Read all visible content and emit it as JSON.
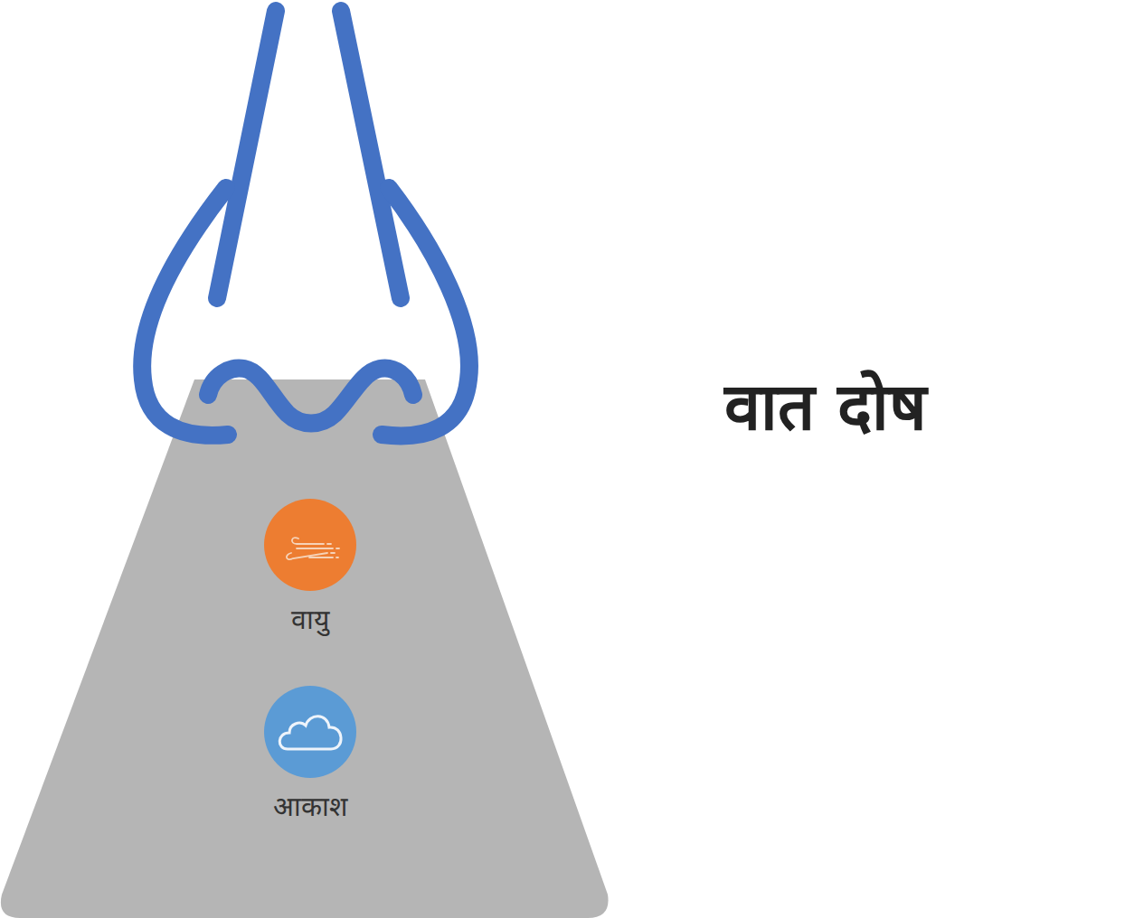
{
  "diagram": {
    "title": "वात दोष",
    "nodes": [
      {
        "text": [
          "वायु"
        ]
      },
      {
        "text": [
          "आकाश"
        ]
      }
    ]
  }
}
